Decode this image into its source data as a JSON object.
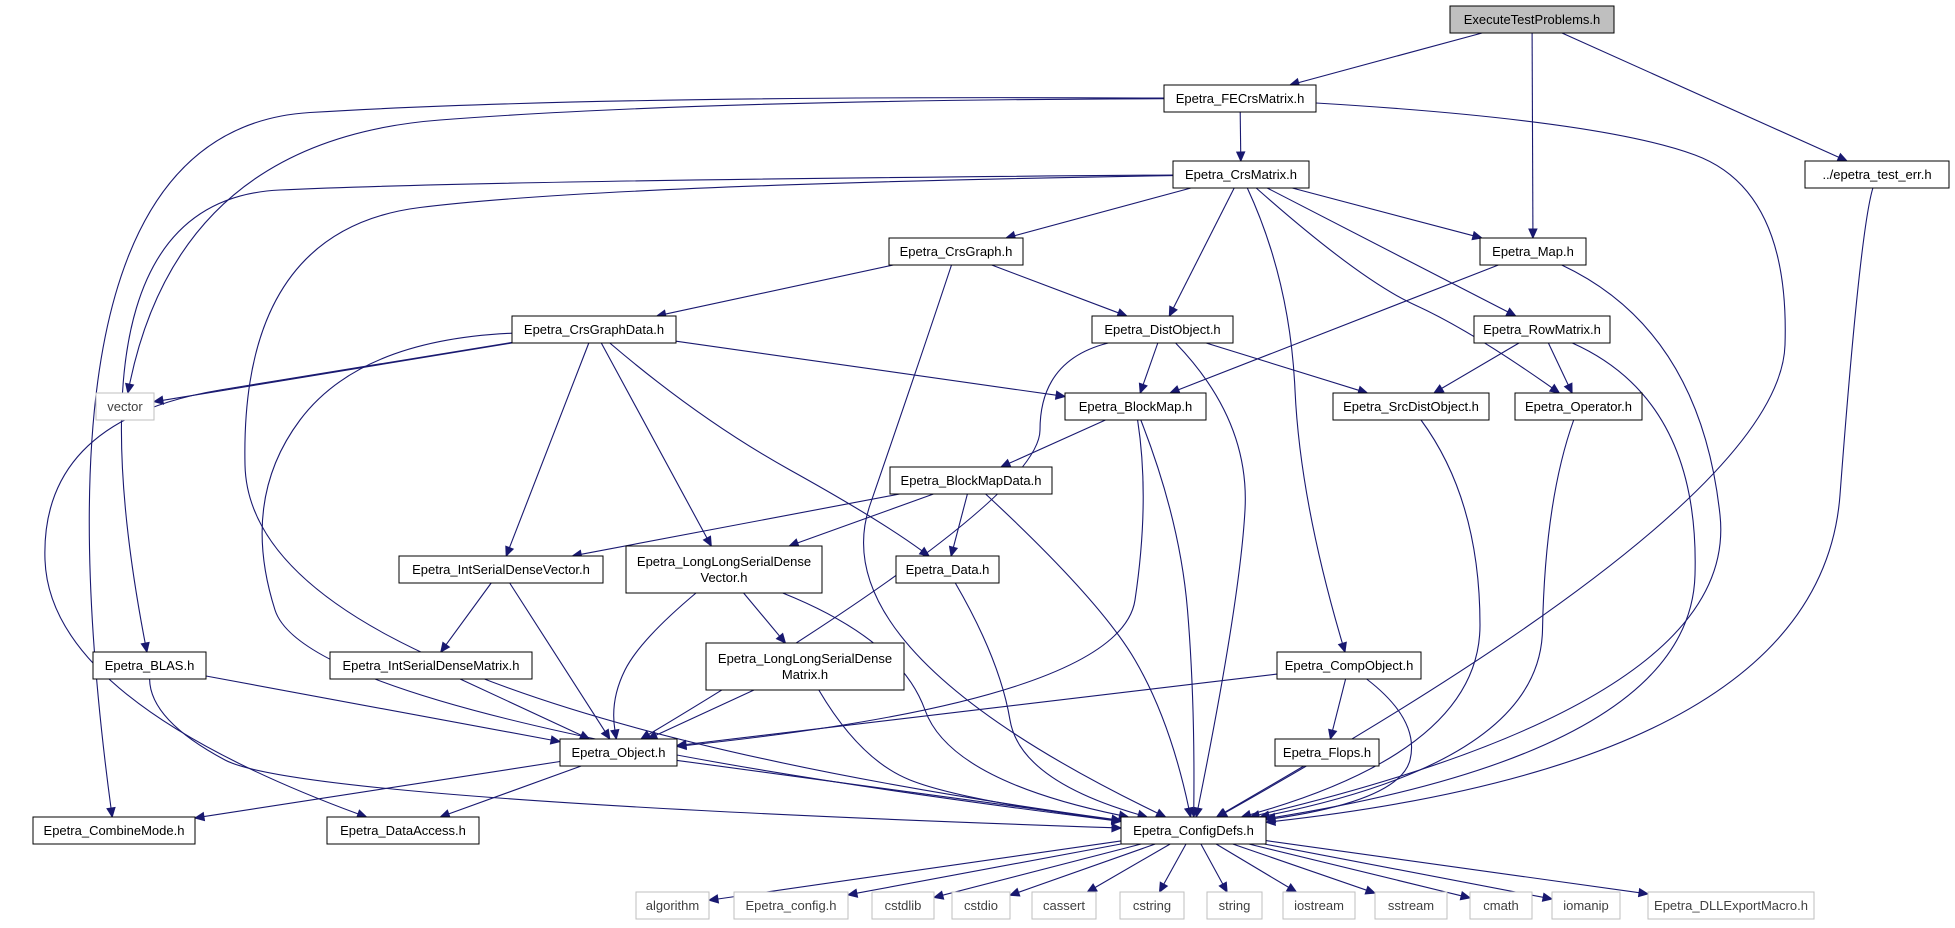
{
  "colors": {
    "edge": "#191970",
    "root_fill": "#bfbfbf",
    "node_fill": "#ffffff",
    "node_stroke": "#000000",
    "external_stroke": "#bfbfbf",
    "external_text": "#404040"
  },
  "nodes": [
    {
      "id": "ExecuteTestProblems",
      "lines": [
        "ExecuteTestProblems.h"
      ],
      "kind": "root"
    },
    {
      "id": "FECrsMatrix",
      "lines": [
        "Epetra_FECrsMatrix.h"
      ],
      "kind": "file"
    },
    {
      "id": "epetra_test_err",
      "lines": [
        "../epetra_test_err.h"
      ],
      "kind": "file"
    },
    {
      "id": "CrsMatrix",
      "lines": [
        "Epetra_CrsMatrix.h"
      ],
      "kind": "file"
    },
    {
      "id": "CrsGraph",
      "lines": [
        "Epetra_CrsGraph.h"
      ],
      "kind": "file"
    },
    {
      "id": "Map",
      "lines": [
        "Epetra_Map.h"
      ],
      "kind": "file"
    },
    {
      "id": "CrsGraphData",
      "lines": [
        "Epetra_CrsGraphData.h"
      ],
      "kind": "file"
    },
    {
      "id": "DistObject",
      "lines": [
        "Epetra_DistObject.h"
      ],
      "kind": "file"
    },
    {
      "id": "RowMatrix",
      "lines": [
        "Epetra_RowMatrix.h"
      ],
      "kind": "file"
    },
    {
      "id": "vector",
      "lines": [
        "vector"
      ],
      "kind": "external"
    },
    {
      "id": "BlockMap",
      "lines": [
        "Epetra_BlockMap.h"
      ],
      "kind": "file"
    },
    {
      "id": "SrcDistObject",
      "lines": [
        "Epetra_SrcDistObject.h"
      ],
      "kind": "file"
    },
    {
      "id": "Operator",
      "lines": [
        "Epetra_Operator.h"
      ],
      "kind": "file"
    },
    {
      "id": "BlockMapData",
      "lines": [
        "Epetra_BlockMapData.h"
      ],
      "kind": "file"
    },
    {
      "id": "IntSerialDenseVector",
      "lines": [
        "Epetra_IntSerialDenseVector.h"
      ],
      "kind": "file"
    },
    {
      "id": "LongLongSerialDenseVector",
      "lines": [
        "Epetra_LongLongSerialDense",
        "Vector.h"
      ],
      "kind": "file"
    },
    {
      "id": "Data",
      "lines": [
        "Epetra_Data.h"
      ],
      "kind": "file"
    },
    {
      "id": "BLAS",
      "lines": [
        "Epetra_BLAS.h"
      ],
      "kind": "file"
    },
    {
      "id": "IntSerialDenseMatrix",
      "lines": [
        "Epetra_IntSerialDenseMatrix.h"
      ],
      "kind": "file"
    },
    {
      "id": "LongLongSerialDenseMatrix",
      "lines": [
        "Epetra_LongLongSerialDense",
        "Matrix.h"
      ],
      "kind": "file"
    },
    {
      "id": "CompObject",
      "lines": [
        "Epetra_CompObject.h"
      ],
      "kind": "file"
    },
    {
      "id": "Object",
      "lines": [
        "Epetra_Object.h"
      ],
      "kind": "file"
    },
    {
      "id": "Flops",
      "lines": [
        "Epetra_Flops.h"
      ],
      "kind": "file"
    },
    {
      "id": "CombineMode",
      "lines": [
        "Epetra_CombineMode.h"
      ],
      "kind": "file"
    },
    {
      "id": "DataAccess",
      "lines": [
        "Epetra_DataAccess.h"
      ],
      "kind": "file"
    },
    {
      "id": "ConfigDefs",
      "lines": [
        "Epetra_ConfigDefs.h"
      ],
      "kind": "file"
    },
    {
      "id": "algorithm",
      "lines": [
        "algorithm"
      ],
      "kind": "external"
    },
    {
      "id": "Epetra_config",
      "lines": [
        "Epetra_config.h"
      ],
      "kind": "external"
    },
    {
      "id": "cstdlib",
      "lines": [
        "cstdlib"
      ],
      "kind": "external"
    },
    {
      "id": "cstdio",
      "lines": [
        "cstdio"
      ],
      "kind": "external"
    },
    {
      "id": "cassert",
      "lines": [
        "cassert"
      ],
      "kind": "external"
    },
    {
      "id": "cstring",
      "lines": [
        "cstring"
      ],
      "kind": "external"
    },
    {
      "id": "string",
      "lines": [
        "string"
      ],
      "kind": "external"
    },
    {
      "id": "iostream",
      "lines": [
        "iostream"
      ],
      "kind": "external"
    },
    {
      "id": "sstream",
      "lines": [
        "sstream"
      ],
      "kind": "external"
    },
    {
      "id": "cmath",
      "lines": [
        "cmath"
      ],
      "kind": "external"
    },
    {
      "id": "iomanip",
      "lines": [
        "iomanip"
      ],
      "kind": "external"
    },
    {
      "id": "DLLExportMacro",
      "lines": [
        "Epetra_DLLExportMacro.h"
      ],
      "kind": "external"
    }
  ],
  "edges": [
    [
      "ExecuteTestProblems",
      "FECrsMatrix"
    ],
    [
      "ExecuteTestProblems",
      "Map"
    ],
    [
      "ExecuteTestProblems",
      "epetra_test_err"
    ],
    [
      "FECrsMatrix",
      "CrsMatrix"
    ],
    [
      "FECrsMatrix",
      "vector"
    ],
    [
      "FECrsMatrix",
      "CombineMode"
    ],
    [
      "FECrsMatrix",
      "ConfigDefs"
    ],
    [
      "epetra_test_err",
      "ConfigDefs"
    ],
    [
      "CrsMatrix",
      "CrsGraph"
    ],
    [
      "CrsMatrix",
      "Map"
    ],
    [
      "CrsMatrix",
      "DistObject"
    ],
    [
      "CrsMatrix",
      "RowMatrix"
    ],
    [
      "CrsMatrix",
      "Operator"
    ],
    [
      "CrsMatrix",
      "BLAS"
    ],
    [
      "CrsMatrix",
      "CompObject"
    ],
    [
      "CrsMatrix",
      "ConfigDefs"
    ],
    [
      "CrsGraph",
      "CrsGraphData"
    ],
    [
      "CrsGraph",
      "DistObject"
    ],
    [
      "CrsGraph",
      "ConfigDefs"
    ],
    [
      "Map",
      "BlockMap"
    ],
    [
      "Map",
      "ConfigDefs"
    ],
    [
      "CrsGraphData",
      "vector"
    ],
    [
      "CrsGraphData",
      "BlockMap"
    ],
    [
      "CrsGraphData",
      "IntSerialDenseVector"
    ],
    [
      "CrsGraphData",
      "LongLongSerialDenseVector"
    ],
    [
      "CrsGraphData",
      "Data"
    ],
    [
      "CrsGraphData",
      "DataAccess"
    ],
    [
      "CrsGraphData",
      "ConfigDefs"
    ],
    [
      "DistObject",
      "BlockMap"
    ],
    [
      "DistObject",
      "SrcDistObject"
    ],
    [
      "DistObject",
      "Object"
    ],
    [
      "DistObject",
      "ConfigDefs"
    ],
    [
      "RowMatrix",
      "SrcDistObject"
    ],
    [
      "RowMatrix",
      "Operator"
    ],
    [
      "RowMatrix",
      "ConfigDefs"
    ],
    [
      "BlockMap",
      "BlockMapData"
    ],
    [
      "BlockMap",
      "Object"
    ],
    [
      "BlockMap",
      "ConfigDefs"
    ],
    [
      "SrcDistObject",
      "ConfigDefs"
    ],
    [
      "Operator",
      "ConfigDefs"
    ],
    [
      "BlockMapData",
      "IntSerialDenseVector"
    ],
    [
      "BlockMapData",
      "LongLongSerialDenseVector"
    ],
    [
      "BlockMapData",
      "Data"
    ],
    [
      "BlockMapData",
      "ConfigDefs"
    ],
    [
      "IntSerialDenseVector",
      "IntSerialDenseMatrix"
    ],
    [
      "IntSerialDenseVector",
      "Object"
    ],
    [
      "LongLongSerialDenseVector",
      "LongLongSerialDenseMatrix"
    ],
    [
      "LongLongSerialDenseVector",
      "Object"
    ],
    [
      "LongLongSerialDenseVector",
      "ConfigDefs"
    ],
    [
      "Data",
      "ConfigDefs"
    ],
    [
      "BLAS",
      "Object"
    ],
    [
      "BLAS",
      "ConfigDefs"
    ],
    [
      "IntSerialDenseMatrix",
      "Object"
    ],
    [
      "LongLongSerialDenseMatrix",
      "Object"
    ],
    [
      "LongLongSerialDenseMatrix",
      "ConfigDefs"
    ],
    [
      "CompObject",
      "Object"
    ],
    [
      "CompObject",
      "Flops"
    ],
    [
      "CompObject",
      "ConfigDefs"
    ],
    [
      "Object",
      "CombineMode"
    ],
    [
      "Object",
      "DataAccess"
    ],
    [
      "Object",
      "ConfigDefs"
    ],
    [
      "Flops",
      "ConfigDefs"
    ],
    [
      "ConfigDefs",
      "algorithm"
    ],
    [
      "ConfigDefs",
      "Epetra_config"
    ],
    [
      "ConfigDefs",
      "cstdlib"
    ],
    [
      "ConfigDefs",
      "cstdio"
    ],
    [
      "ConfigDefs",
      "cassert"
    ],
    [
      "ConfigDefs",
      "cstring"
    ],
    [
      "ConfigDefs",
      "string"
    ],
    [
      "ConfigDefs",
      "iostream"
    ],
    [
      "ConfigDefs",
      "sstream"
    ],
    [
      "ConfigDefs",
      "cmath"
    ],
    [
      "ConfigDefs",
      "iomanip"
    ],
    [
      "ConfigDefs",
      "DLLExportMacro"
    ]
  ]
}
